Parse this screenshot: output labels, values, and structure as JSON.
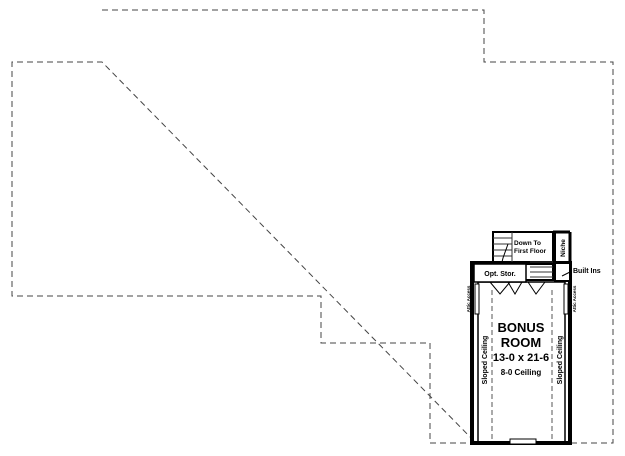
{
  "room": {
    "name_line1": "BONUS",
    "name_line2": "ROOM",
    "dimensions": "13-0 x 21-6",
    "ceiling": "8-0 Ceiling"
  },
  "labels": {
    "stairs_line1": "Down To",
    "stairs_line2": "First Floor",
    "niche": "Niche",
    "built_ins": "Built Ins",
    "opt_storage": "Opt. Stor.",
    "attic_access_left": "Attic Access",
    "attic_access_right": "Attic Access",
    "sloped_ceiling_left": "Sloped Ceiling",
    "sloped_ceiling_right": "Sloped Ceiling"
  }
}
